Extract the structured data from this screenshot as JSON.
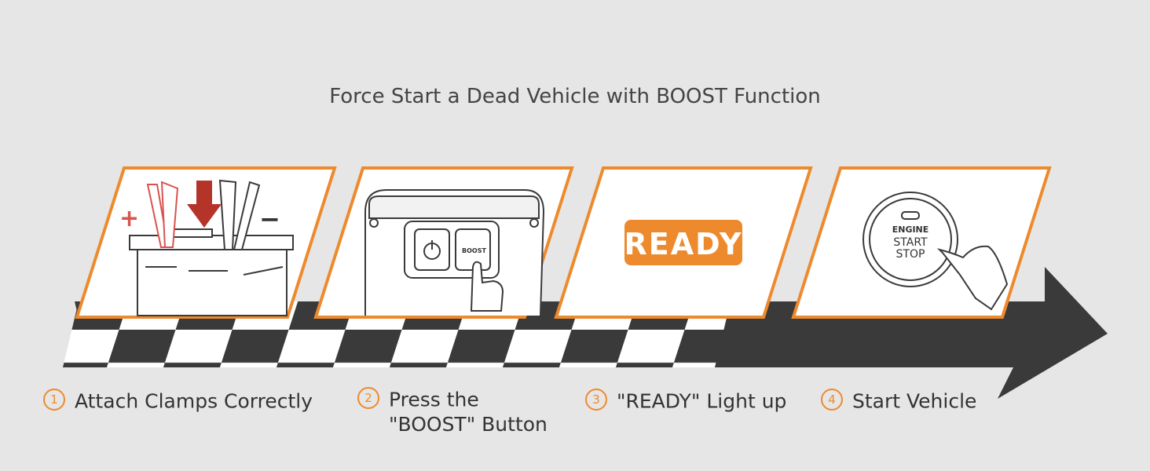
{
  "title": "Force Start a Dead Vehicle with BOOST Function",
  "colors": {
    "accent": "#ee8a2e",
    "arrow": "#3a3a3a",
    "background": "#e6e6e6",
    "clamp_red": "#d9534f",
    "down_arrow": "#b5342a"
  },
  "panels": [
    {
      "icon": "battery-clamps-icon",
      "plus": "+",
      "minus": "−"
    },
    {
      "icon": "jump-starter-device-icon",
      "button_label": "BOOST"
    },
    {
      "icon": "ready-indicator-icon",
      "indicator_text": "READY"
    },
    {
      "icon": "engine-start-button-icon",
      "button_lines": [
        "ENGINE",
        "START",
        "STOP"
      ]
    }
  ],
  "steps": [
    {
      "number": "1",
      "label": "Attach Clamps Correctly"
    },
    {
      "number": "2",
      "label_line1": "Press the",
      "label_line2": "\"BOOST\" Button"
    },
    {
      "number": "3",
      "label": "\"READY\" Light up"
    },
    {
      "number": "4",
      "label": "Start Vehicle"
    }
  ]
}
